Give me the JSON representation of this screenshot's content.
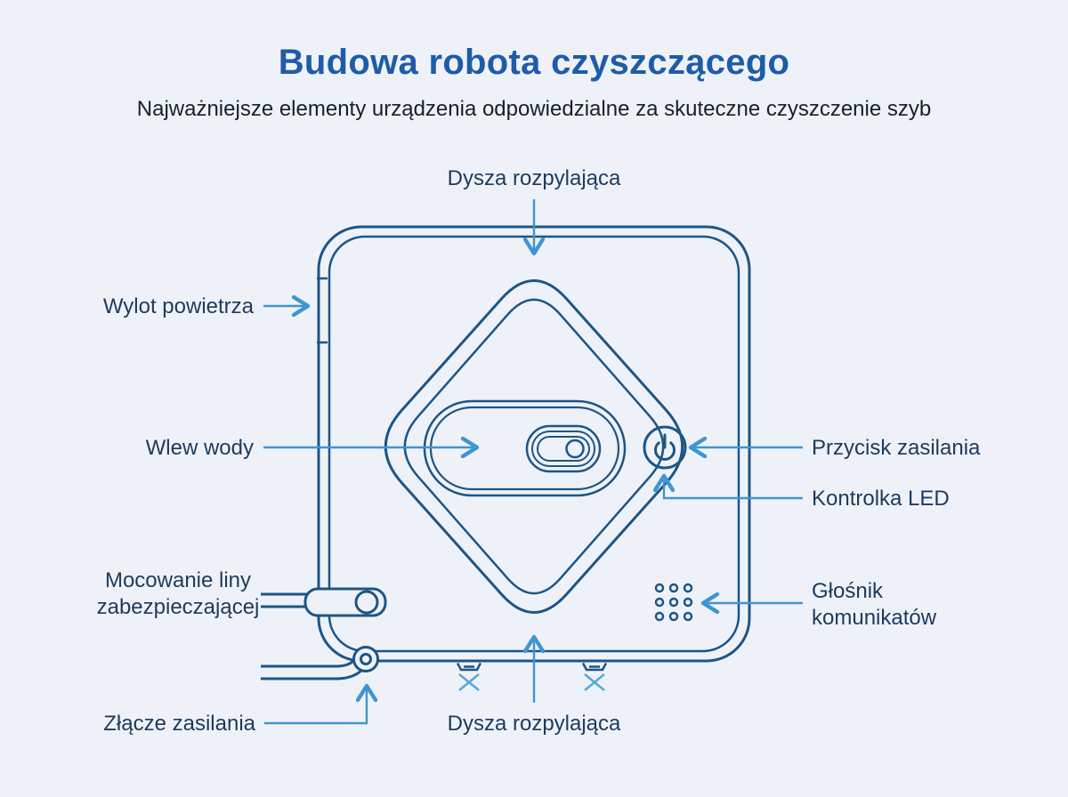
{
  "header": {
    "title": "Budowa robota czyszczącego",
    "subtitle": "Najważniejsze elementy urządzenia odpowiedzialne za skuteczne czyszczenie szyb"
  },
  "labels": {
    "nozzle_top": "Dysza rozpylająca",
    "air_outlet": "Wylot powietrza",
    "water_inlet": "Wlew wody",
    "power_button": "Przycisk zasilania",
    "led_indicator": "Kontrolka LED",
    "rope_mount": [
      "Mocowanie liny",
      "zabezpieczającej"
    ],
    "speaker": [
      "Głośnik",
      "komunikatów"
    ],
    "power_connector": "Złącze zasilania",
    "nozzle_bottom": "Dysza rozpylająca"
  },
  "colors": {
    "background": "#eef2f8",
    "outline_blue": "#1d5586",
    "label_text": "#1d3a5c",
    "title_blue": "#1e5ca8",
    "subtitle_text": "#15202e",
    "arrow_blue": "#3f95d1"
  }
}
